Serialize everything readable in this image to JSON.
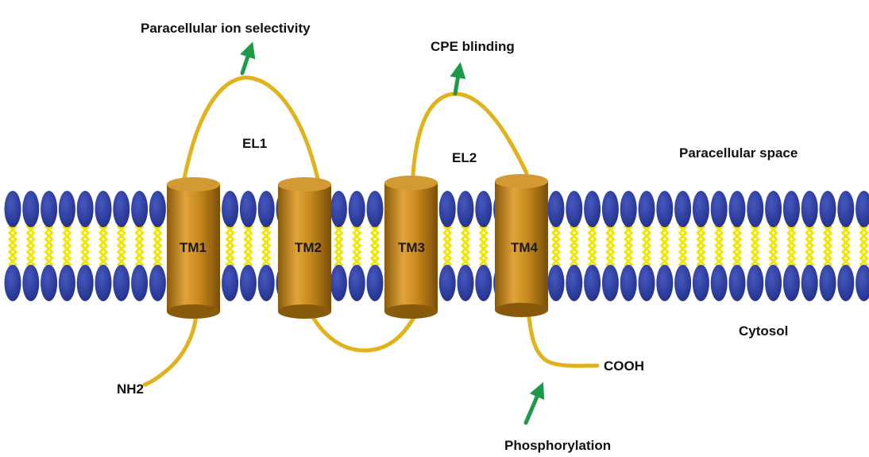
{
  "labels": {
    "paracellular_ion_selectivity": "Paracellular ion selectivity",
    "cpe_binding": "CPE blinding",
    "el1": "EL1",
    "el2": "EL2",
    "paracellular_space": "Paracellular space",
    "cytosol": "Cytosol",
    "nh2": "NH2",
    "cooh": "COOH",
    "phosphorylation": "Phosphorylation"
  },
  "helices": [
    {
      "label": "TM1"
    },
    {
      "label": "TM2"
    },
    {
      "label": "TM3"
    },
    {
      "label": "TM4"
    }
  ],
  "colors": {
    "lipid_head": "#2d3e9e",
    "lipid_tail": "#f2e600",
    "helix": "#c98a1e",
    "loop": "#e2b21c",
    "arrow": "#1d9a47"
  }
}
